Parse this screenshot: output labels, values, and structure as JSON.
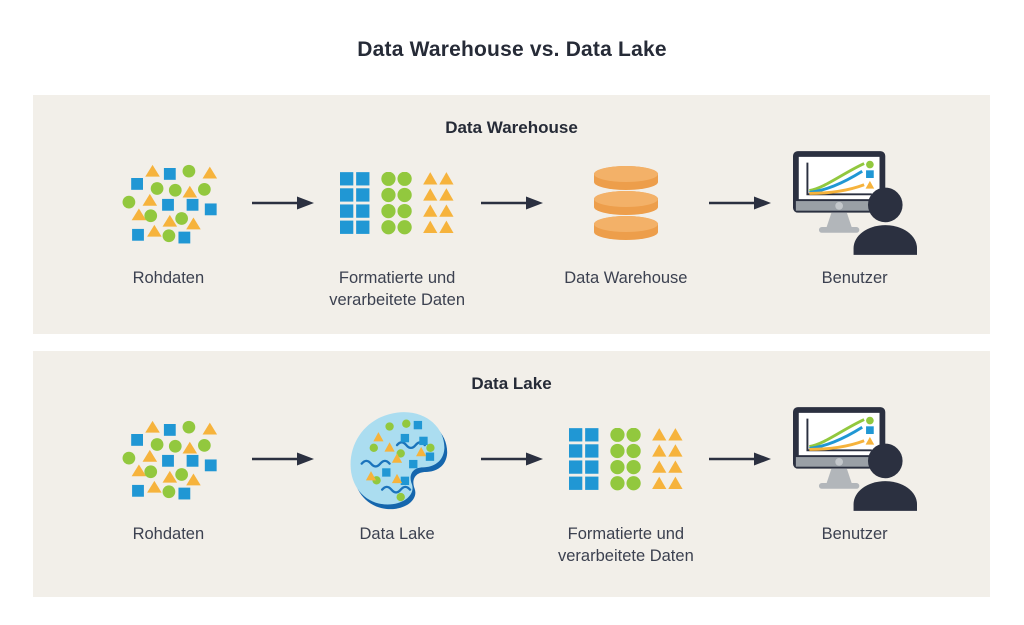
{
  "title": "Data Warehouse vs. Data Lake",
  "colors": {
    "page_background": "#ffffff",
    "panel_background": "#f2efe9",
    "text_dark": "#262b37",
    "label_text": "#3c4150",
    "arrow": "#2b3040",
    "shape_blue": "#2097d4",
    "shape_green": "#92c83e",
    "shape_yellow": "#f6b33c",
    "warehouse_orange": "#ed9e4b",
    "warehouse_orange_light": "#f3b168",
    "lake_fill": "#abddf0",
    "lake_edge": "#1566ad",
    "monitor_dark": "#2b3040",
    "monitor_gray": "#9aa0a6",
    "stand_gray": "#b2b6ba"
  },
  "panels": [
    {
      "header": "Data Warehouse",
      "steps": [
        {
          "icon": "raw-data-icon",
          "label": "Rohdaten"
        },
        {
          "icon": "formatted-data-icon",
          "label": "Formatierte und verarbeitete Daten"
        },
        {
          "icon": "database-icon",
          "label": "Data Warehouse"
        },
        {
          "icon": "user-monitor-icon",
          "label": "Benutzer"
        }
      ]
    },
    {
      "header": "Data Lake",
      "steps": [
        {
          "icon": "raw-data-icon",
          "label": "Rohdaten"
        },
        {
          "icon": "lake-icon",
          "label": "Data Lake"
        },
        {
          "icon": "formatted-data-icon",
          "label": "Formatierte und verarbeitete Daten"
        },
        {
          "icon": "user-monitor-icon",
          "label": "Benutzer"
        }
      ]
    }
  ]
}
